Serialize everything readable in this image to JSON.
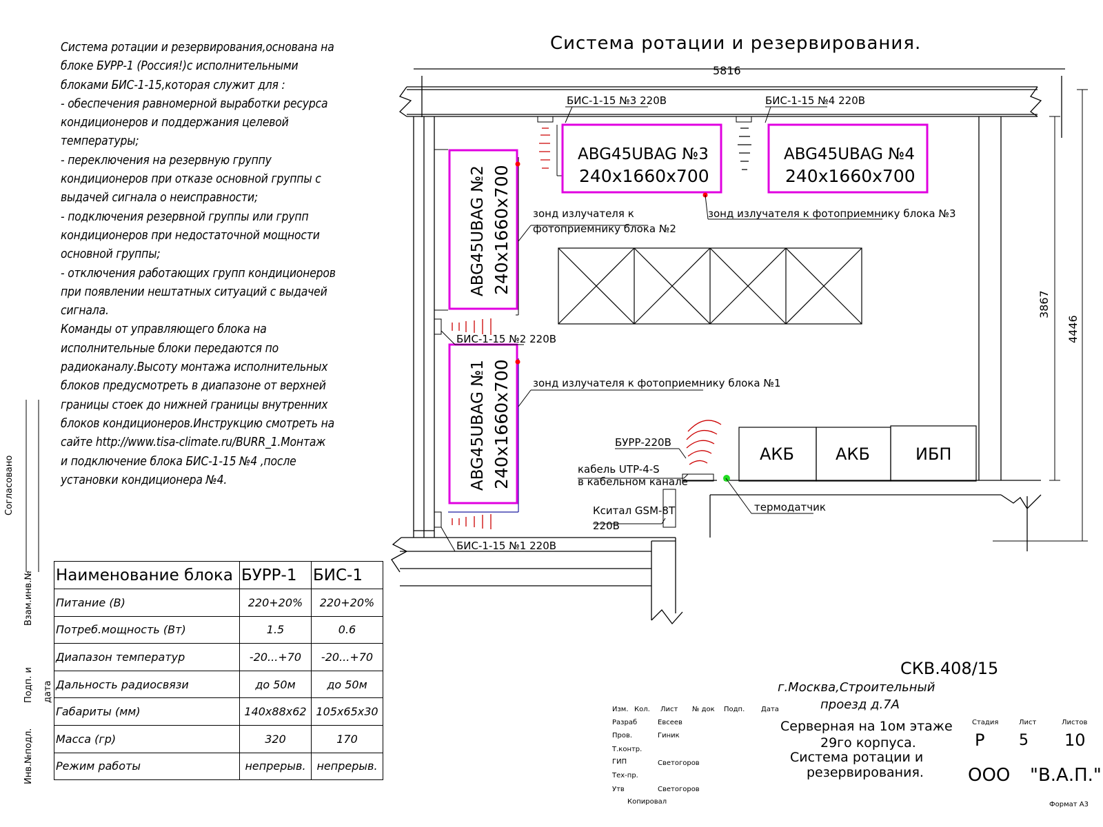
{
  "title": "Система ротации и резервирования.",
  "description_lines": [
    " Система ротации и резервирования,основана на",
    "блоке БУРР-1 (Россия!)с исполнительными",
    "блоками БИС-1-15,которая служит для :",
    "- обеспечения равномерной выработки ресурса",
    "кондиционеров и поддержания целевой",
    "температуры;",
    "- переключения на резервную группу",
    "кондиционеров при отказе основной группы с",
    "выдачей сигнала о неисправности;",
    "- подключения резервной группы или групп",
    "кондиционеров при недостаточной мощности",
    "основной группы;",
    "- отключения работающих групп кондиционеров",
    "при появлении нештатных ситуаций с выдачей",
    "сигнала.",
    "Команды от управляющего  блока на",
    "исполнительные блоки передаются по",
    "радиоканалу.Высоту монтажа исполнительных",
    "блоков предусмотреть в диапазоне от верхней",
    "границы стоек до нижней границы внутренних",
    "блоков кондиционеров.Инструкцию смотреть на",
    "сайте http://www.tisa-climate.ru/BURR_1.Монтаж",
    "и подключение блока БИС-1-15 №4 ,после",
    "установки кондиционера №4."
  ],
  "plan": {
    "dim_width": "5816",
    "dim_inner_height": "3867",
    "dim_outer_height": "4446",
    "units": [
      {
        "model": "ABG45UBAG №1",
        "size": "240x1660x700"
      },
      {
        "model": "ABG45UBAG №2",
        "size": "240x1660x700"
      },
      {
        "model": "ABG45UBAG №3",
        "size": "240x1660x700"
      },
      {
        "model": "ABG45UBAG №4",
        "size": "240x1660x700"
      }
    ],
    "bis_labels": [
      "БИС-1-15 №1 220В",
      "БИС-1-15 №2 220В",
      "БИС-1-15 №3 220В",
      "БИС-1-15 №4 220В"
    ],
    "probe_labels": {
      "p1": "зонд излучателя к фотоприемнику блока №1",
      "p2_line1": "зонд излучателя к",
      "p2_line2": "фотоприемнику блока №2",
      "p3": "зонд излучателя к фотоприемнику блока №3"
    },
    "burr": "БУРР-220В",
    "cable_line1": "кабель UTP-4-S",
    "cable_line2": "в кабельном канале",
    "gsm_line1": "Кситал GSM-8T",
    "gsm_line2": "220В",
    "thermo": "термодатчик",
    "akb1": "АКБ",
    "akb2": "АКБ",
    "ups": "ИБП"
  },
  "spec_table": {
    "headers": [
      "Наименование блока",
      "БУРР-1",
      "БИС-1"
    ],
    "rows": [
      [
        "Питание (В)",
        "220+20%",
        "220+20%"
      ],
      [
        "Потреб.мощность (Вт)",
        "1.5",
        "0.6"
      ],
      [
        "Диапазон температур",
        "-20...+70",
        "-20...+70"
      ],
      [
        "Дальность радиосвязи",
        "до 50м",
        "до 50м"
      ],
      [
        "Габариты (мм)",
        "140x88x62",
        "105x65x30"
      ],
      [
        "Масса (гр)",
        "320",
        "170"
      ],
      [
        "Режим работы",
        "непрерыв.",
        "непрерыв."
      ]
    ]
  },
  "side_labels": {
    "agreed": "Согласовано",
    "inv_replace": "Взам.инв.№",
    "sign_date_1": "Подп. и",
    "sign_date_2": "дата",
    "inv_orig": "Инв.№подл."
  },
  "stamp": {
    "code": "СКВ.408/15",
    "address_line1": "г.Москва,Строительный",
    "address_line2": "проезд д.7А",
    "object_line1": "Серверная на 1ом этаже",
    "object_line2": "29го корпуса.",
    "object_line3": "Система ротации и",
    "object_line4": "резервирования.",
    "header_cells": [
      "Изм.",
      "Кол.",
      "Лист",
      "№ док",
      "Подп.",
      "Дата"
    ],
    "roles": [
      "Разраб",
      "Пров.",
      "Т.контр.",
      "ГИП",
      "Тех-пр.",
      "Утв"
    ],
    "names": [
      "Евсеев",
      "Гиник",
      "",
      "Светогоров",
      "",
      "Светогоров"
    ],
    "stage_label": "Стадия",
    "sheet_label": "Лист",
    "sheets_label": "Листов",
    "stage": "Р",
    "sheet": "5",
    "sheets": "10",
    "org_prefix": "ООО",
    "org_name": "\"В.А.П.\"",
    "copied": "Копировал",
    "format": "Формат А3"
  },
  "colors": {
    "unit_border": "#e000e0",
    "wave": "#cc0000",
    "marker_red": "#ff0000",
    "marker_green": "#22dd22",
    "line": "#000000",
    "blue_line": "#1a1aa0"
  }
}
